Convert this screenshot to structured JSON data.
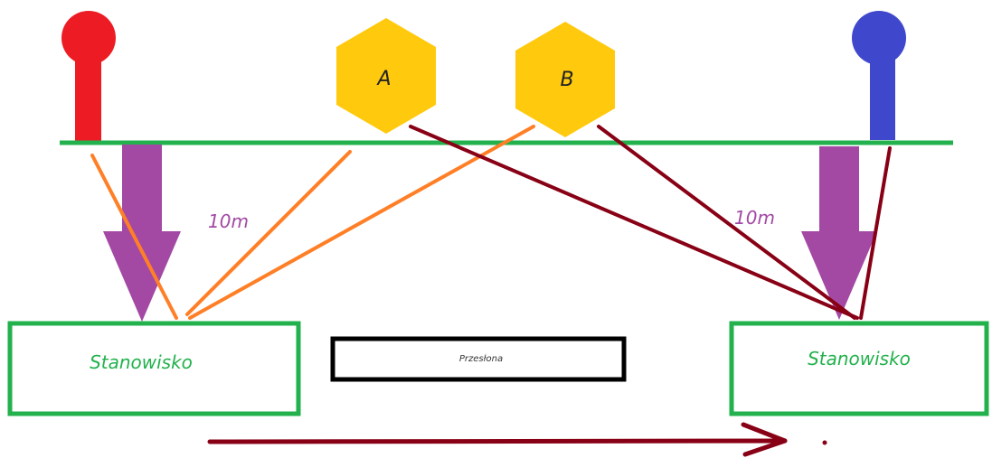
{
  "labels": {
    "hex_a": "A",
    "hex_b": "B",
    "distance_left": "10m",
    "distance_right": "10m",
    "station_left": "Stanowisko",
    "station_right": "Stanowisko",
    "barrier": "Przesłona"
  },
  "colors": {
    "red_pin": "#ed1c24",
    "blue_pin": "#3f48cc",
    "green": "#22b14c",
    "hexagon": "#ffc90e",
    "purple_arrow": "#a349a4",
    "orange_line": "#ff7f27",
    "dark_red_line": "#880015",
    "label_purple": "#a349a4",
    "station_text": "#22b14c"
  }
}
